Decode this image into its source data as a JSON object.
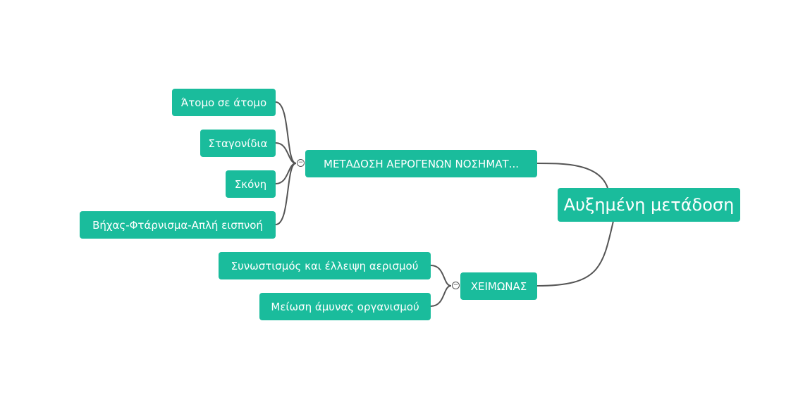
{
  "root": {
    "label": "Αυξημένη μετάδοση"
  },
  "branches": [
    {
      "label": "ΜΕΤΑΔΟΣΗ ΑΕΡΟΓΕΝΩΝ ΝΟΣΗΜΑΤ...",
      "children": [
        "Άτομο σε άτομο",
        "Σταγονίδια",
        "Σκόνη",
        "Βήχας-Φτάρνισμα-Απλή εισπνοή"
      ]
    },
    {
      "label": "ΧΕΙΜΩΝΑΣ",
      "children": [
        "Συνωστισμός και έλλειψη αερισμού",
        "Μείωση άμυνας οργανισμού"
      ]
    }
  ],
  "colors": {
    "node": "#1abc9c",
    "line": "#555555"
  }
}
